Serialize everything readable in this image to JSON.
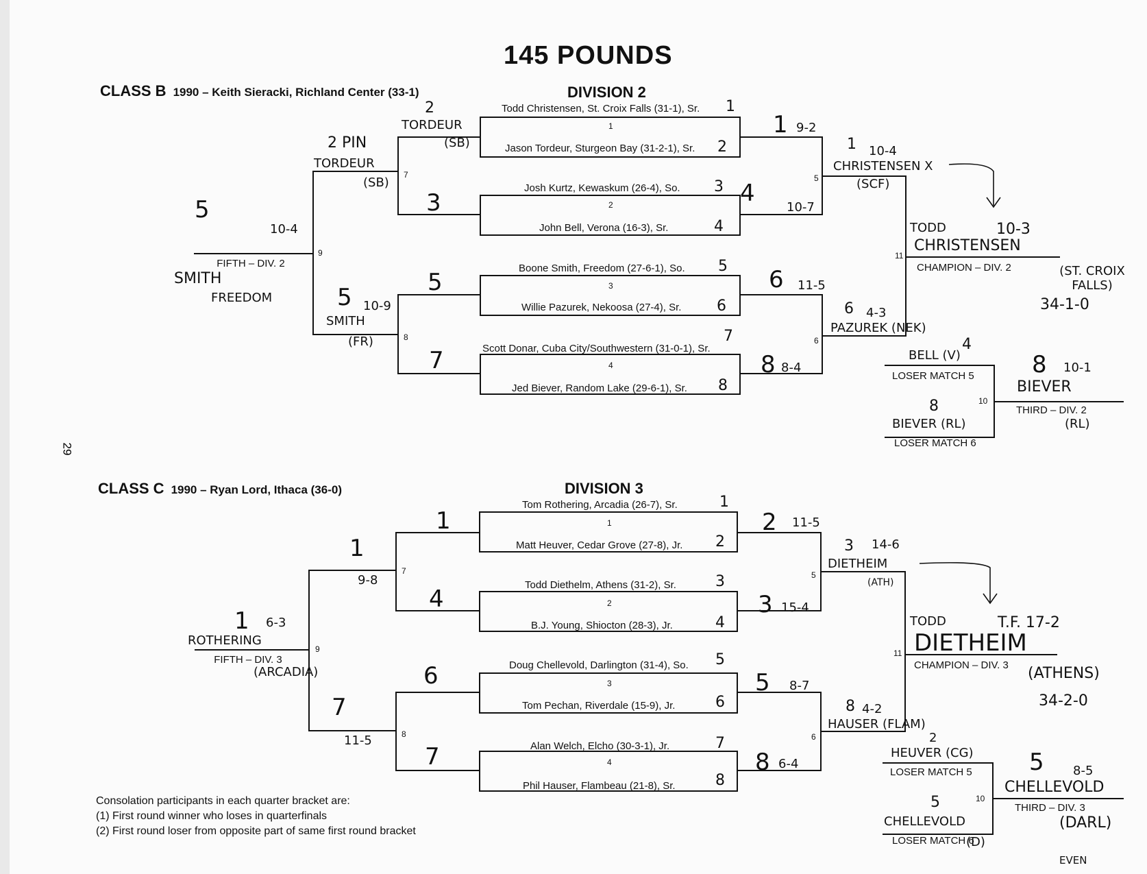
{
  "page": {
    "title": "145  POUNDS",
    "page_number": "29"
  },
  "class_b": {
    "class_label": "CLASS  B",
    "champion_1990": "1990 – Keith Sieracki, Richland Center (33-1)",
    "division": "DIVISION 2",
    "wrestlers": [
      "Todd Christensen, St. Croix Falls (31-1), Sr.",
      "Jason Tordeur, Sturgeon Bay (31-2-1), Sr.",
      "Josh Kurtz, Kewaskum (26-4), So.",
      "John Bell, Verona (16-3), Sr.",
      "Boone Smith, Freedom (27-6-1), So.",
      "Willie Pazurek, Nekoosa (27-4), Sr.",
      "Scott Donar, Cuba City/Southwestern (31-0-1), Sr.",
      "Jed Biever, Random Lake (29-6-1), Sr."
    ],
    "match_numbers": [
      "1",
      "2",
      "3",
      "4",
      "5",
      "6",
      "7",
      "8",
      "9",
      "10",
      "11"
    ],
    "labels": {
      "fifth": "FIFTH – DIV. 2",
      "champion": "CHAMPION – DIV. 2",
      "loser5": "LOSER MATCH 5",
      "loser6": "LOSER MATCH 6",
      "third": "THIRD – DIV. 2"
    },
    "handwriting": {
      "seeds": [
        "1",
        "2",
        "3",
        "4",
        "5",
        "6",
        "7",
        "8"
      ],
      "r1_top": "2",
      "r1_top_name": "TORDEUR",
      "r1_top_school": "(SB)",
      "cons_top": "2  PIN",
      "cons_top_name": "TORDEUR",
      "cons_top_school": "(SB)",
      "r1_second": "3",
      "qf1": "1",
      "qf1_score": "9-2",
      "qf2": "4",
      "qf2_score": "10-7",
      "sf1": "1",
      "sf1_score": "10-4",
      "sf1_name": "CHRISTENSEN X",
      "sf1_school": "(SCF)",
      "champ_first": "TODD",
      "champ_score": "10-3",
      "champ_name": "CHRISTENSEN",
      "champ_school": "(ST. CROIX FALLS)",
      "champ_record": "34-1-0",
      "fifth_num": "5",
      "fifth_score": "10-4",
      "fifth_name": "SMITH",
      "fifth_school": "FREEDOM",
      "cons_bot": "5",
      "cons_bot_score": "10-9",
      "cons_bot_name": "SMITH",
      "cons_bot_school": "(FR)",
      "r1_third": "5",
      "r1_fourth": "7",
      "qf3": "6",
      "qf3_score": "11-5",
      "qf4": "8",
      "qf4_score": "8-4",
      "sf2": "6",
      "sf2_score": "4-3",
      "sf2_name": "PAZUREK (NEK)",
      "loser5_num": "4",
      "loser5_name": "BELL (V)",
      "loser6_num": "8",
      "loser6_name": "BIEVER (RL)",
      "third_num": "8",
      "third_score": "10-1",
      "third_name": "BIEVER",
      "third_school": "(RL)"
    }
  },
  "class_c": {
    "class_label": "CLASS  C",
    "champion_1990": "1990 – Ryan Lord, Ithaca (36-0)",
    "division": "DIVISION 3",
    "wrestlers": [
      "Tom Rothering, Arcadia (26-7), Sr.",
      "Matt Heuver, Cedar Grove (27-8), Jr.",
      "Todd Diethelm, Athens (31-2), Sr.",
      "B.J. Young, Shiocton (28-3), Jr.",
      "Doug Chellevold, Darlington (31-4), So.",
      "Tom Pechan, Riverdale (15-9), Jr.",
      "Alan Welch, Elcho (30-3-1), Jr.",
      "Phil Hauser, Flambeau (21-8), Sr."
    ],
    "match_numbers": [
      "1",
      "2",
      "3",
      "4",
      "5",
      "6",
      "7",
      "8",
      "9",
      "10",
      "11"
    ],
    "labels": {
      "fifth": "FIFTH – DIV. 3",
      "champion": "CHAMPION – DIV. 3",
      "loser5": "LOSER MATCH 5",
      "loser6": "LOSER MATCH 6",
      "third": "THIRD – DIV. 3"
    },
    "handwriting": {
      "seeds": [
        "1",
        "2",
        "3",
        "4",
        "5",
        "6",
        "7",
        "8"
      ],
      "r1_top": "1",
      "r1_second": "4",
      "cons_top": "1",
      "cons_top_score": "9-8",
      "qf1": "2",
      "qf1_score": "11-5",
      "qf2": "3",
      "qf2_score": "15-4",
      "sf1": "3",
      "sf1_score": "14-6",
      "sf1_name": "DIETHEIM",
      "sf1_school": "(ATH)",
      "champ_first": "TODD",
      "champ_score": "T.F. 17-2",
      "champ_name": "DIETHEIM",
      "champ_school": "(ATHENS)",
      "champ_record": "34-2-0",
      "fifth_num": "1",
      "fifth_score": "6-3",
      "fifth_name": "ROTHERING",
      "fifth_school": "(ARCADIA)",
      "cons_bot": "7",
      "cons_bot_score": "11-5",
      "r1_third": "6",
      "r1_fourth": "7",
      "qf3": "5",
      "qf3_score": "8-7",
      "qf4": "8",
      "qf4_score": "6-4",
      "sf2": "8",
      "sf2_score": "4-2",
      "sf2_name": "HAUSER (FLAM)",
      "loser5_num": "2",
      "loser5_name": "HEUVER (CG)",
      "loser6_num": "5",
      "loser6_name": "CHELLEVOLD",
      "loser6_school": "(D)",
      "third_num": "5",
      "third_score": "8-5",
      "third_name": "CHELLEVOLD",
      "third_school": "(DARL)",
      "bottom_note": "EVEN"
    }
  },
  "consolation_notes": [
    "Consolation participants in each quarter bracket are:",
    "(1) First round winner who loses in quarterfinals",
    "(2) First round loser from opposite part of same first round bracket"
  ]
}
